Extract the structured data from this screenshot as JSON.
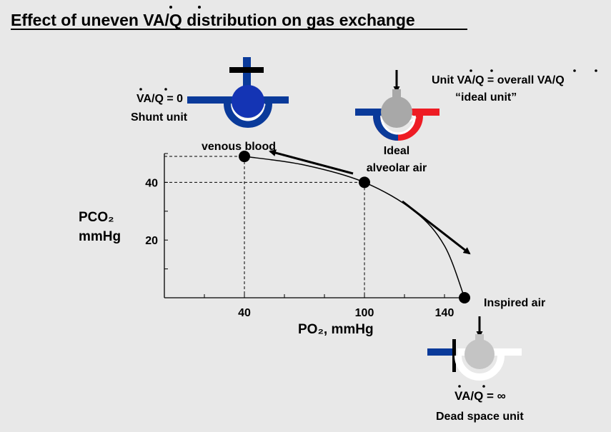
{
  "title": "Effect of uneven VA/Q distribution on gas exchange",
  "labels": {
    "shunt_ratio": "VA/Q = 0",
    "shunt_name": "Shunt unit",
    "unit_ratio": "Unit VA/Q = overall VA/Q",
    "ideal_unit": "“ideal unit”",
    "venous_blood": "venous blood",
    "ideal_line1": "Ideal",
    "ideal_line2": "alveolar air",
    "inspired_air": "Inspired air",
    "dead_ratio": "VA/Q = ∞",
    "dead_name": "Dead space unit"
  },
  "colors": {
    "venous_blue": "#0a3a9a",
    "shunt_blue": "#1434b4",
    "arterial_red": "#ee1c24",
    "alveolus_grey": "#a8a8a8",
    "dead_grey": "#c4c4c4",
    "background": "#e8e8e8"
  },
  "chart_data": {
    "type": "line",
    "xlabel": "PO₂, mmHg",
    "ylabel_line1": "PCO₂",
    "ylabel_line2": "mmHg",
    "x_ticks": [
      40,
      100,
      140
    ],
    "y_ticks": [
      20,
      40
    ],
    "xlim": [
      0,
      150
    ],
    "ylim": [
      0,
      50
    ],
    "curve": {
      "x": [
        40,
        70,
        100,
        125,
        140,
        150
      ],
      "y": [
        49,
        46,
        40,
        30,
        18,
        0
      ]
    },
    "points": [
      {
        "name": "venous blood",
        "x": 40,
        "y": 49
      },
      {
        "name": "ideal alveolar air",
        "x": 100,
        "y": 40
      },
      {
        "name": "inspired air",
        "x": 150,
        "y": 0
      }
    ]
  }
}
